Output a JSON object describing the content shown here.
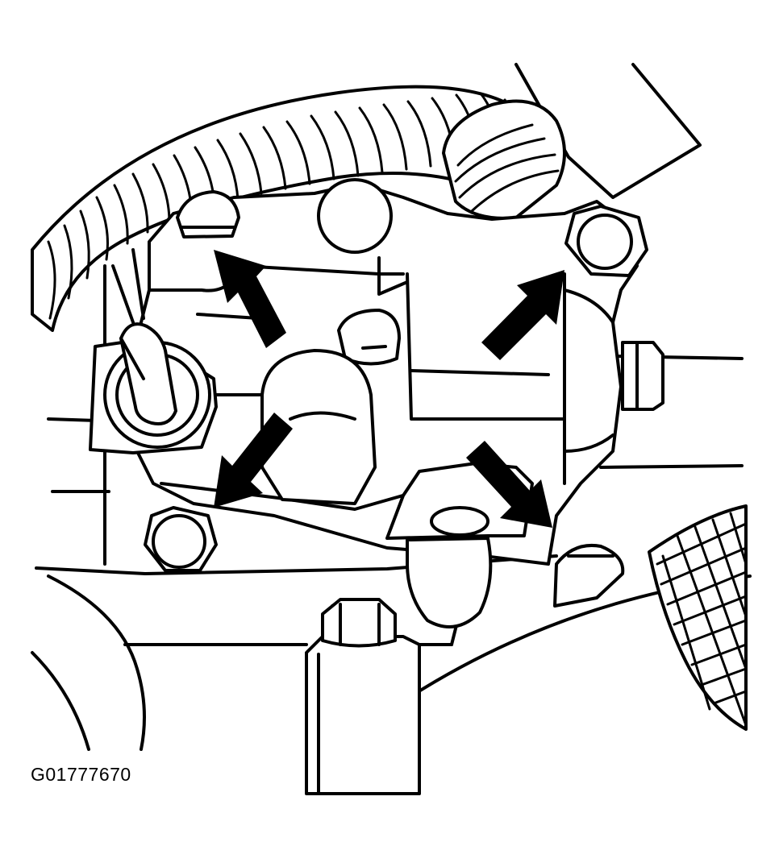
{
  "figure": {
    "code": "G01777670"
  },
  "callouts": [
    {
      "id": "upper-left-bolt",
      "direction": "up-left"
    },
    {
      "id": "upper-right-bolt",
      "direction": "up-right"
    },
    {
      "id": "lower-left-bolt",
      "direction": "down-left"
    },
    {
      "id": "lower-right-bolt",
      "direction": "down-right"
    }
  ],
  "colors": {
    "line": "#000000",
    "background": "#ffffff"
  }
}
